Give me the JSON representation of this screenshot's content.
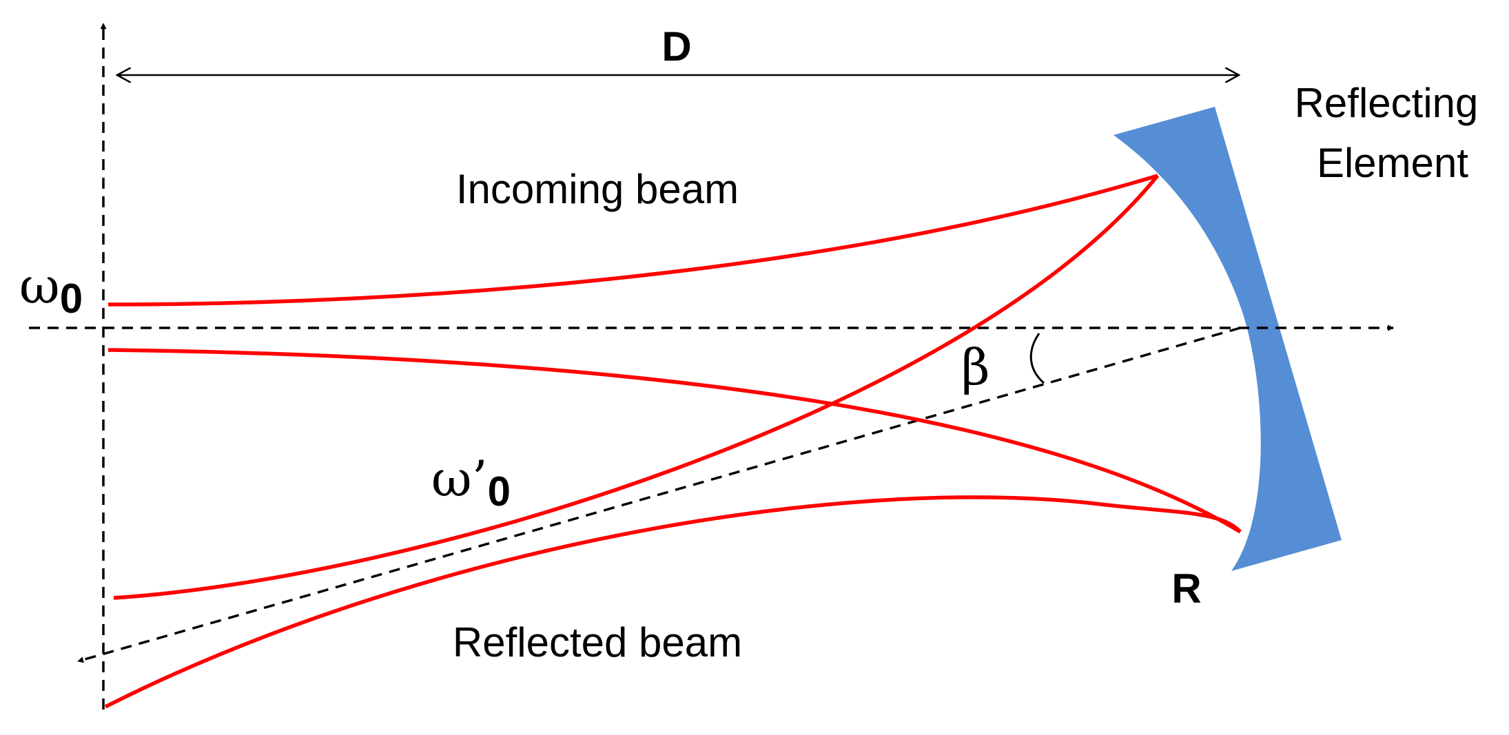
{
  "labels": {
    "distance": "D",
    "element_line1": "Reflecting",
    "element_line2": "Element",
    "incoming": "Incoming beam",
    "reflected": "Reflected beam",
    "waist_symbol": "ω",
    "waist_subscript": "0",
    "waist_reflected_symbol": "ω’",
    "waist_reflected_subscript": "0",
    "angle": "β",
    "radius": "R"
  },
  "colors": {
    "beam": "#ff0000",
    "mirror": "#558ed5",
    "guide": "#000000"
  }
}
